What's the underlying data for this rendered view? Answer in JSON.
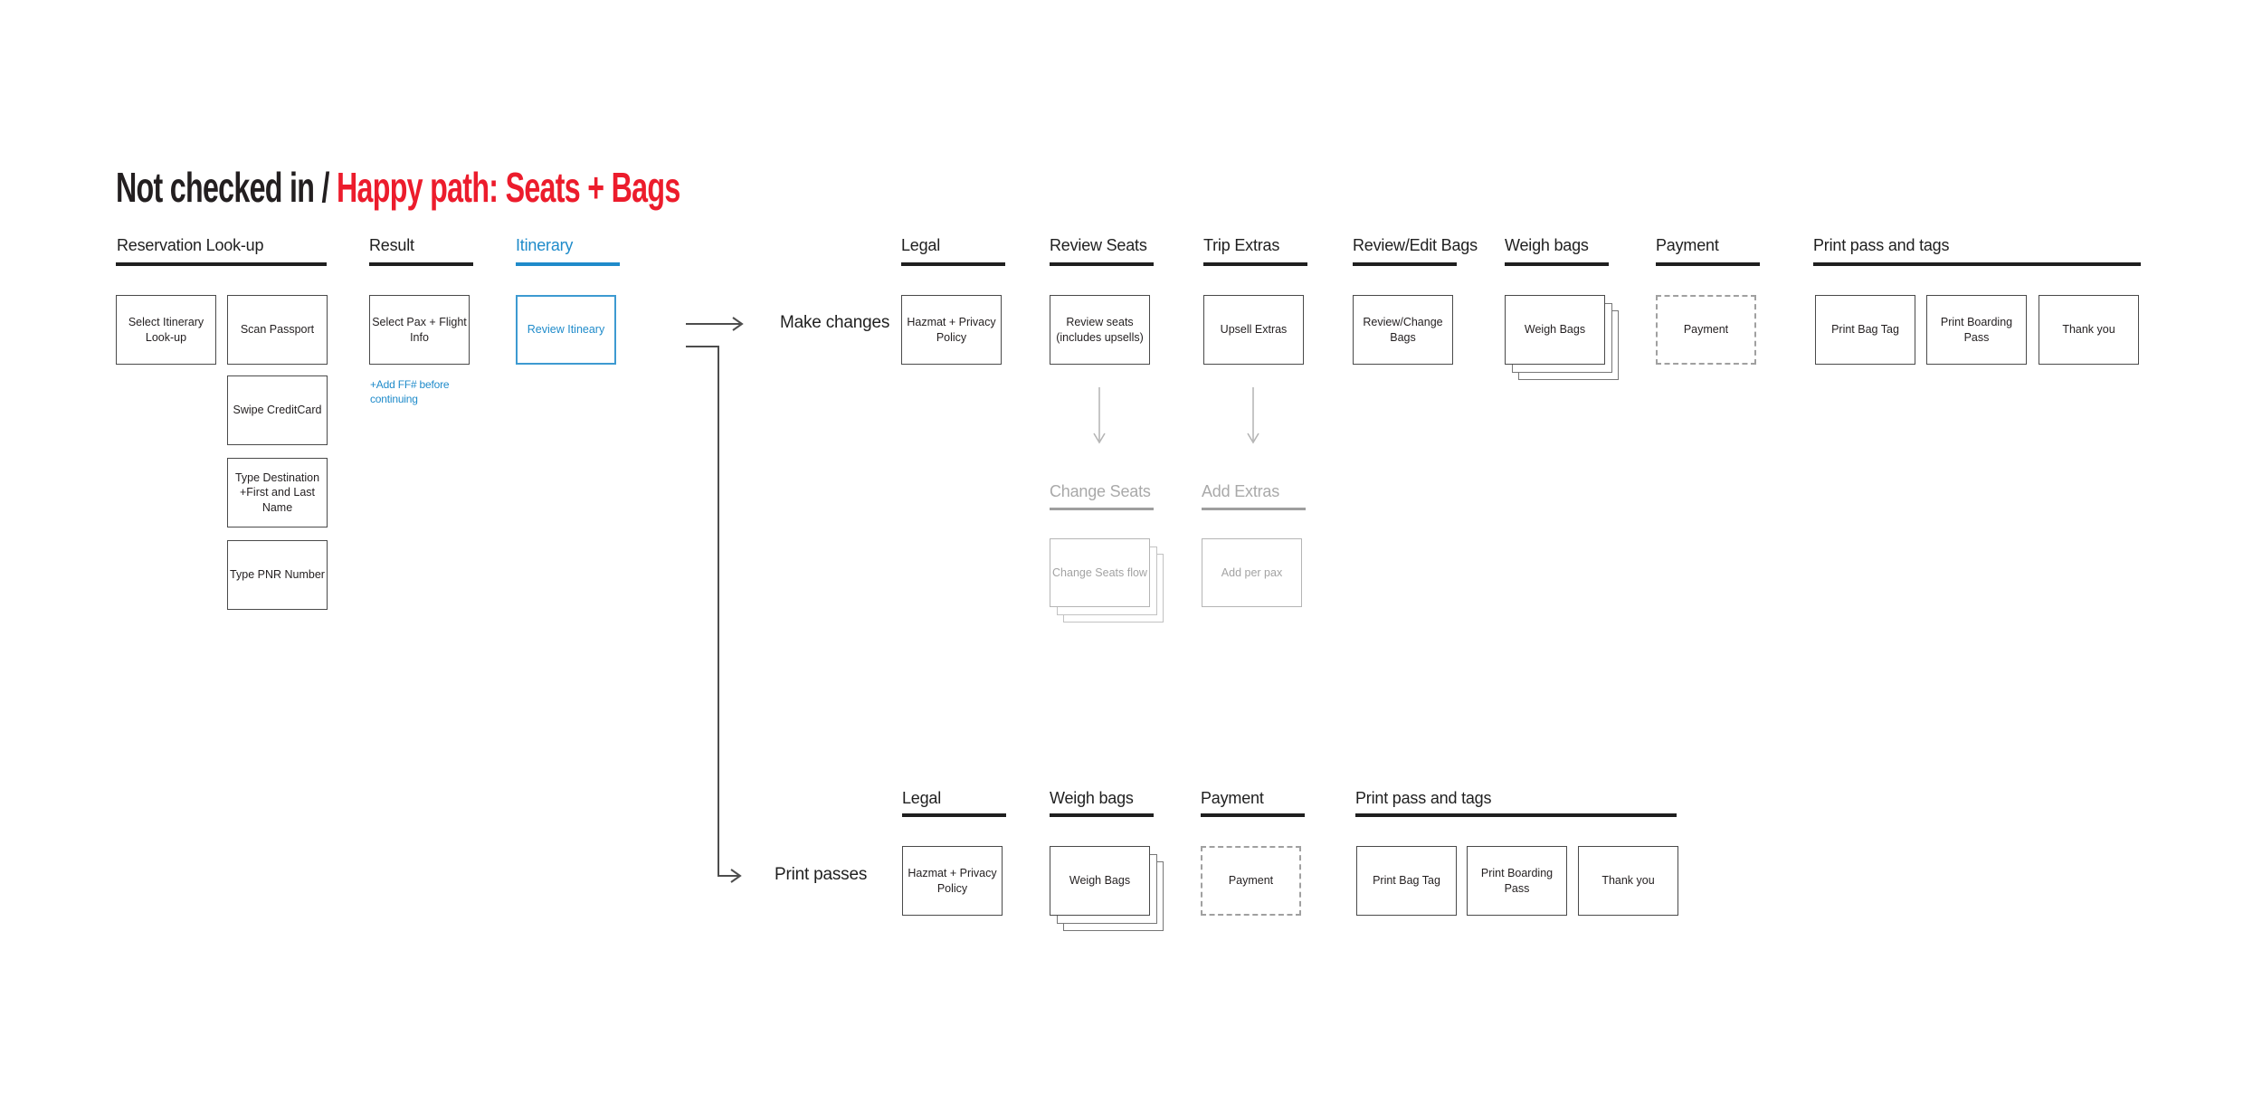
{
  "title": {
    "black": "Not checked in / ",
    "red": "Happy path: Seats + Bags"
  },
  "colors": {
    "accent_red": "#ec1c2c",
    "accent_blue": "#1f8bca",
    "inactive_gray": "#a9a9a9",
    "line_black": "#1f1f1f"
  },
  "flows": {
    "make_changes": "Make changes",
    "print_passes": "Print passes"
  },
  "row1": {
    "reservation_lookup": {
      "header": "Reservation Look-up",
      "select_itinerary": "Select Itinerary Look-up",
      "scan_passport": "Scan Passport",
      "swipe_creditcard": "Swipe CreditCard",
      "type_destination": "Type Destination +First and Last Name",
      "type_pnr": "Type PNR Number"
    },
    "result": {
      "header": "Result",
      "select_pax": "Select Pax + Flight Info",
      "note": "+Add FF# before continuing"
    },
    "itinerary": {
      "header": "Itinerary",
      "review_itinerary": "Review Itineary"
    },
    "legal": {
      "header": "Legal",
      "hazmat": "Hazmat + Privacy Policy"
    },
    "review_seats": {
      "header": "Review Seats",
      "review_seats_box": "Review seats (includes upsells)"
    },
    "trip_extras": {
      "header": "Trip Extras",
      "upsell_extras": "Upsell Extras"
    },
    "review_edit_bags": {
      "header": "Review/Edit Bags",
      "review_change_bags": "Review/Change Bags"
    },
    "weigh_bags": {
      "header": "Weigh bags",
      "weigh_bags_box": "Weigh Bags"
    },
    "payment": {
      "header": "Payment",
      "payment_box": "Payment"
    },
    "print_pass_tags": {
      "header": "Print pass and tags",
      "print_bag_tag": "Print Bag Tag",
      "print_boarding_pass": "Print Boarding Pass",
      "thank_you": "Thank you"
    }
  },
  "subflows": {
    "change_seats": {
      "header": "Change Seats",
      "box": "Change Seats flow"
    },
    "add_extras": {
      "header": "Add Extras",
      "box": "Add per pax"
    }
  },
  "row2": {
    "legal": {
      "header": "Legal",
      "hazmat": "Hazmat + Privacy Policy"
    },
    "weigh_bags": {
      "header": "Weigh bags",
      "weigh_bags_box": "Weigh Bags"
    },
    "payment": {
      "header": "Payment",
      "payment_box": "Payment"
    },
    "print_pass_tags": {
      "header": "Print pass and tags",
      "print_bag_tag": "Print Bag Tag",
      "print_boarding_pass": "Print Boarding Pass",
      "thank_you": "Thank you"
    }
  }
}
